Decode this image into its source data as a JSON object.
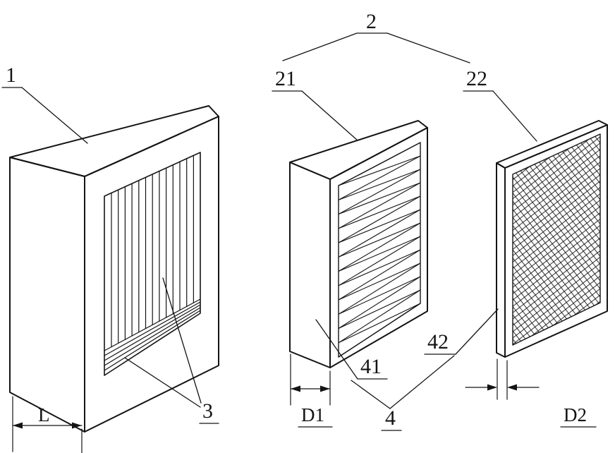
{
  "colors": {
    "ink": "#141414",
    "paper": "#ffffff"
  },
  "fig": {
    "labels": {
      "n1": "1",
      "n2": "2",
      "n21": "21",
      "n22": "22",
      "n3": "3",
      "n4": "4",
      "n41": "41",
      "n42": "42"
    },
    "dims": {
      "L": "L",
      "D1": "D1",
      "D2": "D2"
    }
  }
}
